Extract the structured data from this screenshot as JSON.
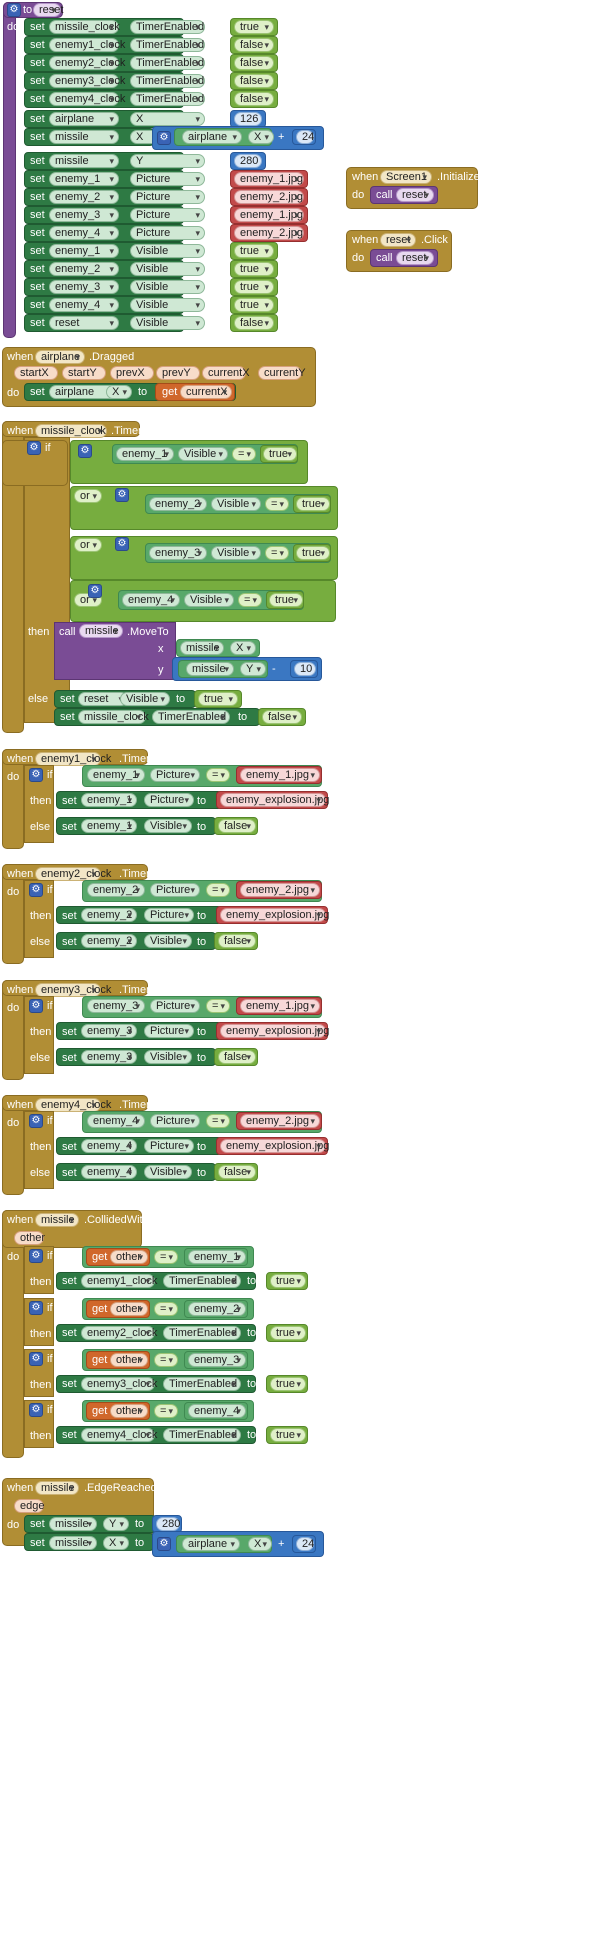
{
  "kw": {
    "to": "to",
    "do": "do",
    "set": "set",
    "when": "when",
    "call": "call",
    "if": "if",
    "then": "then",
    "else": "else",
    "get": "get",
    "x": "x",
    "y": "y",
    "plus": "+",
    "minus": "-",
    "eq": "=",
    "or": "or"
  },
  "proc_reset": {
    "name": "reset"
  },
  "reset_rows": [
    {
      "comp": "missile_clock",
      "prop": "TimerEnabled",
      "val": "true"
    },
    {
      "comp": "enemy1_clock",
      "prop": "TimerEnabled",
      "val": "false"
    },
    {
      "comp": "enemy2_clock",
      "prop": "TimerEnabled",
      "val": "false"
    },
    {
      "comp": "enemy3_clock",
      "prop": "TimerEnabled",
      "val": "false"
    },
    {
      "comp": "enemy4_clock",
      "prop": "TimerEnabled",
      "val": "false"
    },
    {
      "comp": "airplane",
      "prop": "X",
      "val": "126"
    },
    {
      "comp": "missile",
      "prop": "X",
      "inner_comp": "airplane",
      "inner_prop": "X",
      "addend": "24"
    },
    {
      "comp": "missile",
      "prop": "Y",
      "val": "280"
    },
    {
      "comp": "enemy_1",
      "prop": "Picture",
      "val": "enemy_1.jpg"
    },
    {
      "comp": "enemy_2",
      "prop": "Picture",
      "val": "enemy_2.jpg"
    },
    {
      "comp": "enemy_3",
      "prop": "Picture",
      "val": "enemy_1.jpg"
    },
    {
      "comp": "enemy_4",
      "prop": "Picture",
      "val": "enemy_2.jpg"
    },
    {
      "comp": "enemy_1",
      "prop": "Visible",
      "val": "true"
    },
    {
      "comp": "enemy_2",
      "prop": "Visible",
      "val": "true"
    },
    {
      "comp": "enemy_3",
      "prop": "Visible",
      "val": "true"
    },
    {
      "comp": "enemy_4",
      "prop": "Visible",
      "val": "true"
    },
    {
      "comp": "reset",
      "prop": "Visible",
      "val": "false"
    }
  ],
  "screen_init": {
    "comp": "Screen1",
    "event": ".Initialize",
    "call": "reset"
  },
  "reset_click": {
    "comp": "reset",
    "event": ".Click",
    "call": "reset"
  },
  "drag": {
    "comp": "airplane",
    "event": ".Dragged",
    "params": [
      "startX",
      "startY",
      "prevX",
      "prevY",
      "currentX",
      "currentY"
    ],
    "set_comp": "airplane",
    "set_prop": "X",
    "get_var": "currentX"
  },
  "missile_timer": {
    "comp": "missile_clock",
    "event": ".Timer",
    "conds": [
      {
        "comp": "enemy_1",
        "prop": "Visible",
        "val": "true"
      },
      {
        "comp": "enemy_2",
        "prop": "Visible",
        "val": "true"
      },
      {
        "comp": "enemy_3",
        "prop": "Visible",
        "val": "true"
      },
      {
        "comp": "enemy_4",
        "prop": "Visible",
        "val": "true"
      }
    ],
    "call_comp": "missile",
    "call_method": ".MoveTo",
    "x_comp": "missile",
    "x_prop": "X",
    "y_comp": "missile",
    "y_prop": "Y",
    "y_sub": "10",
    "else_rows": [
      {
        "comp": "reset",
        "prop": "Visible",
        "val": "true"
      },
      {
        "comp": "missile_clock",
        "prop": "TimerEnabled",
        "val": "false"
      }
    ]
  },
  "enemy_timers": [
    {
      "clock": "enemy1_clock",
      "event": ".Timer",
      "enemy": "enemy_1",
      "prop": "Picture",
      "pic": "enemy_1.jpg",
      "expl": "enemy_explosion.jpg",
      "vis": "Visible",
      "visval": "false"
    },
    {
      "clock": "enemy2_clock",
      "event": ".Timer",
      "enemy": "enemy_2",
      "prop": "Picture",
      "pic": "enemy_2.jpg",
      "expl": "enemy_explosion.jpg",
      "vis": "Visible",
      "visval": "false"
    },
    {
      "clock": "enemy3_clock",
      "event": ".Timer",
      "enemy": "enemy_3",
      "prop": "Picture",
      "pic": "enemy_1.jpg",
      "expl": "enemy_explosion.jpg",
      "vis": "Visible",
      "visval": "false"
    },
    {
      "clock": "enemy4_clock",
      "event": ".Timer",
      "enemy": "enemy_4",
      "prop": "Picture",
      "pic": "enemy_2.jpg",
      "expl": "enemy_explosion.jpg",
      "vis": "Visible",
      "visval": "false"
    }
  ],
  "collide": {
    "comp": "missile",
    "event": ".CollidedWith",
    "param": "other",
    "cases": [
      {
        "get": "other",
        "enemy": "enemy_1",
        "clock": "enemy1_clock",
        "prop": "TimerEnabled",
        "val": "true"
      },
      {
        "get": "other",
        "enemy": "enemy_2",
        "clock": "enemy2_clock",
        "prop": "TimerEnabled",
        "val": "true"
      },
      {
        "get": "other",
        "enemy": "enemy_3",
        "clock": "enemy3_clock",
        "prop": "TimerEnabled",
        "val": "true"
      },
      {
        "get": "other",
        "enemy": "enemy_4",
        "clock": "enemy4_clock",
        "prop": "TimerEnabled",
        "val": "true"
      }
    ]
  },
  "edge": {
    "comp": "missile",
    "event": ".EdgeReached",
    "param": "edge",
    "row1": {
      "comp": "missile",
      "prop": "Y",
      "val": "280"
    },
    "row2": {
      "comp": "missile",
      "prop": "X",
      "inner_comp": "airplane",
      "inner_prop": "X",
      "addend": "24"
    }
  }
}
